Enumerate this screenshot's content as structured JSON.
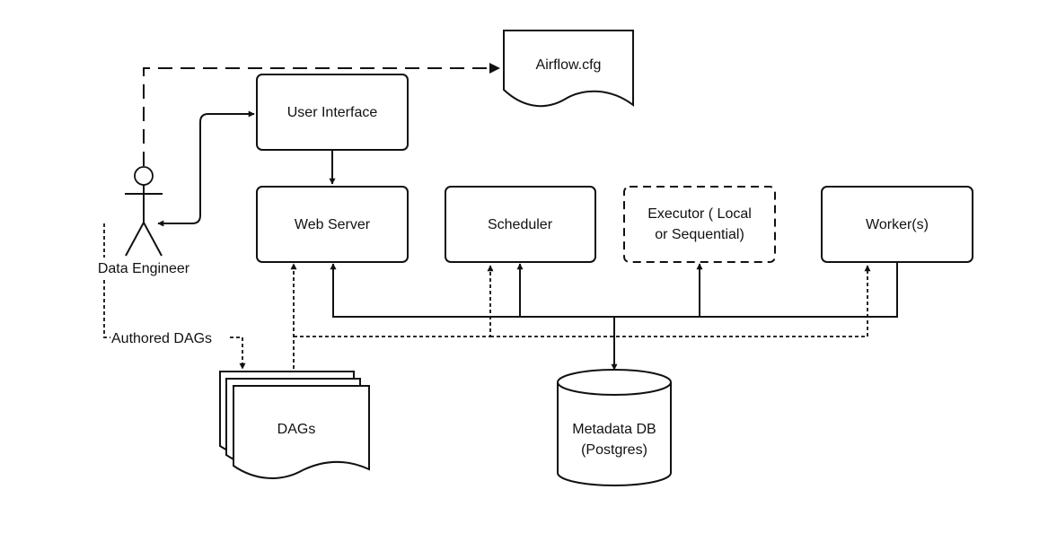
{
  "nodes": {
    "config": "Airflow.cfg",
    "ui": "User Interface",
    "webserver": "Web Server",
    "scheduler": "Scheduler",
    "executor_line1": "Executor ( Local",
    "executor_line2": "or Sequential)",
    "workers": "Worker(s)",
    "dags": "DAGs",
    "db_line1": "Metadata DB",
    "db_line2": "(Postgres)",
    "actor": "Data Engineer"
  },
  "edges": {
    "authored": "Authored DAGs"
  }
}
